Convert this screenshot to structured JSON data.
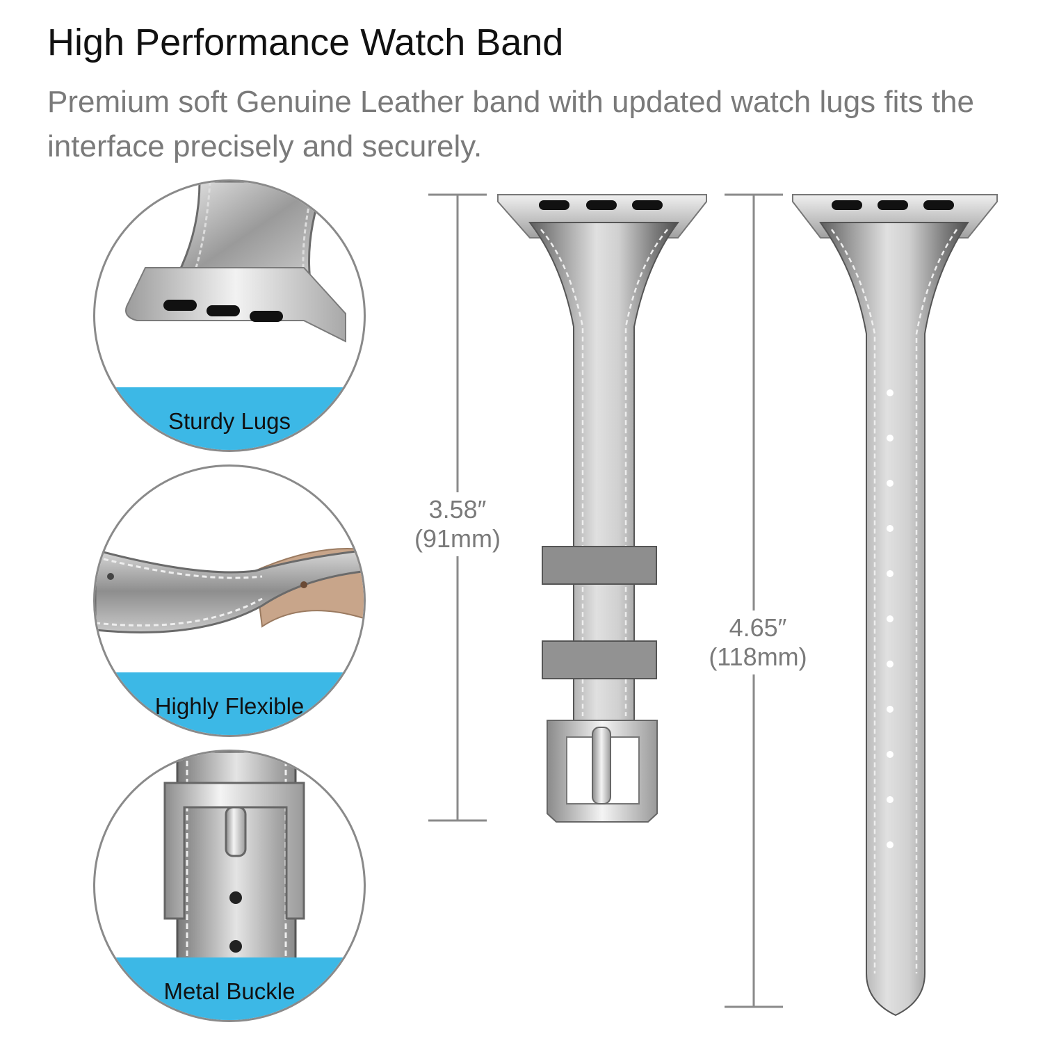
{
  "header": {
    "title": "High Performance Watch Band",
    "subtitle": "Premium soft Genuine Leather band with updated watch lugs fits the interface precisely and securely."
  },
  "features": [
    {
      "label": "Sturdy Lugs",
      "icon": "lug-closeup-icon"
    },
    {
      "label": "Highly Flexible",
      "icon": "flexible-band-icon"
    },
    {
      "label": "Metal Buckle",
      "icon": "buckle-closeup-icon"
    }
  ],
  "measurements": {
    "short_band": {
      "inches": "3.58″",
      "mm": "(91mm)"
    },
    "long_band": {
      "inches": "4.65″",
      "mm": "(118mm)"
    }
  },
  "colors": {
    "accent": "#3cb8e6",
    "circle_border": "#8a8a8a",
    "text_gray": "#7a7a7a",
    "band_silver": "#b8b8b8",
    "band_dark": "#5a5a5a"
  }
}
